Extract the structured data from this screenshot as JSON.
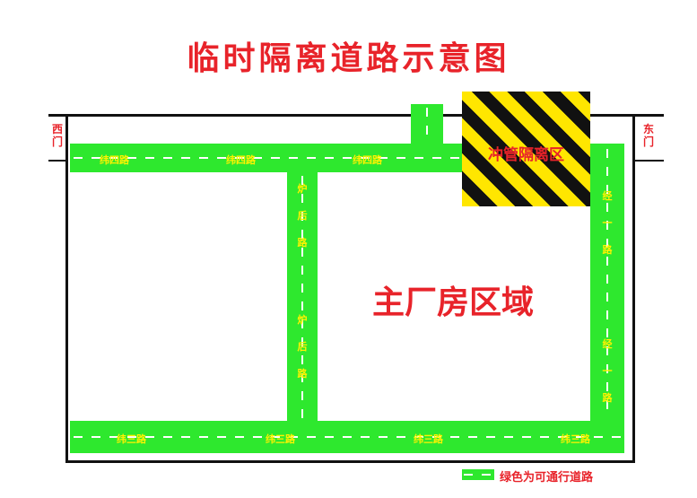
{
  "title": "临时隔离道路示意图",
  "gates": {
    "west": "西门",
    "east": "东门"
  },
  "zones": {
    "hazard": "冲管隔离区",
    "main": "主厂房区域"
  },
  "roads": {
    "weisi": "纬四路",
    "weisan": "纬三路",
    "luhou": [
      "炉",
      "后",
      "路"
    ],
    "jingyi": [
      "经",
      "一",
      "路"
    ]
  },
  "legend": "绿色为可通行道路",
  "colors": {
    "road": "#2ee82e",
    "label": "#fff200",
    "title": "#e8232a",
    "hazard_yellow": "#ffe600",
    "hazard_black": "#111111"
  }
}
